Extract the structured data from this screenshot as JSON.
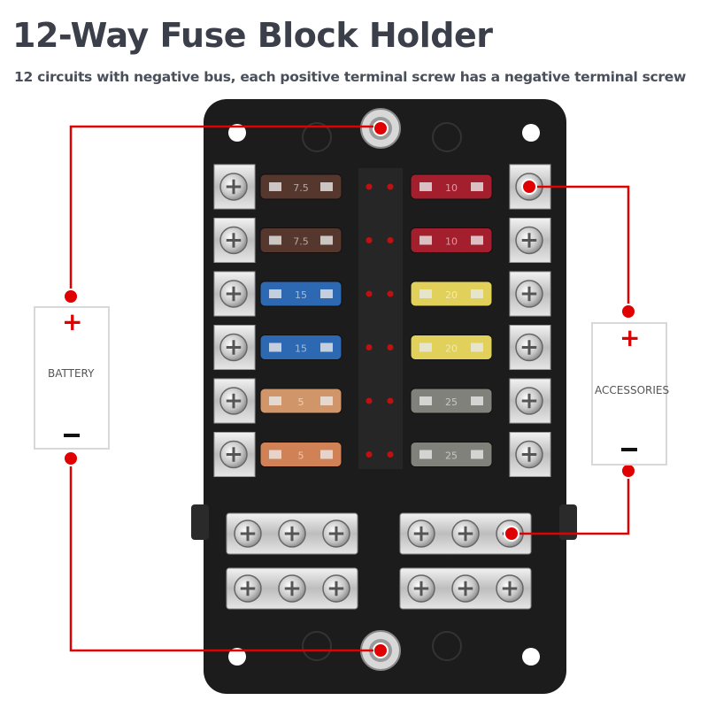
{
  "header": {
    "title": "12-Way Fuse Block Holder",
    "subtitle": "12 circuits with negative bus, each positive terminal screw has a negative terminal screw"
  },
  "battery": {
    "label": "BATTERY",
    "plus": "+",
    "minus": "–"
  },
  "accessories": {
    "label": "ACCESSORIES",
    "plus": "+",
    "minus": "–"
  },
  "fuses": {
    "left": [
      {
        "rating": "7.5",
        "color": "#5a3a30"
      },
      {
        "rating": "7.5",
        "color": "#5a3a30"
      },
      {
        "rating": "15",
        "color": "#2f6fc0"
      },
      {
        "rating": "15",
        "color": "#2f6fc0"
      },
      {
        "rating": "5",
        "color": "#e0a070"
      },
      {
        "rating": "5",
        "color": "#e08a5a"
      }
    ],
    "right": [
      {
        "rating": "10",
        "color": "#b02030"
      },
      {
        "rating": "10",
        "color": "#b02030"
      },
      {
        "rating": "20",
        "color": "#f2e060"
      },
      {
        "rating": "20",
        "color": "#f2e060"
      },
      {
        "rating": "25",
        "color": "#8a8a84"
      },
      {
        "rating": "25",
        "color": "#8a8a84"
      }
    ]
  },
  "colors": {
    "wire": "#e00000",
    "block": "#1c1c1c",
    "metal": "#c9c9c9"
  }
}
